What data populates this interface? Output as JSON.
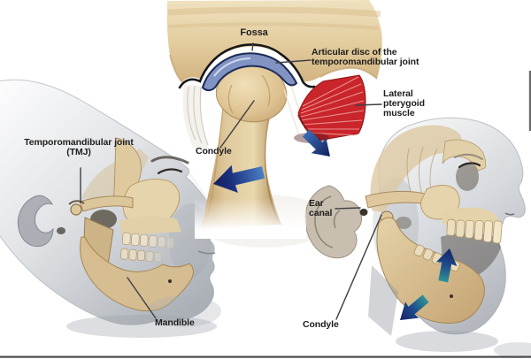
{
  "labels": {
    "fossa": "Fossa",
    "articular_disc": "Articular disc of the temporomandibular joint",
    "lateral_pterygoid": "Lateral pterygoid muscle",
    "condyle_closeup": "Condyle",
    "tmj": "Temporomandibular joint (TMJ)",
    "mandible": "Mandible",
    "ear_canal": "Ear canal",
    "condyle_open": "Condyle"
  },
  "colors": {
    "background": "#ffffff",
    "bone": "#dcc49c",
    "skin": "#c3c7cc",
    "muscle": "#c9252b",
    "articular_disc": "#8093c2",
    "arrow_navy": "#131e5c",
    "arrow_blue": "#3f74bb",
    "arrow_teal": "#2f9494",
    "label_text": "#1d1d1d"
  }
}
